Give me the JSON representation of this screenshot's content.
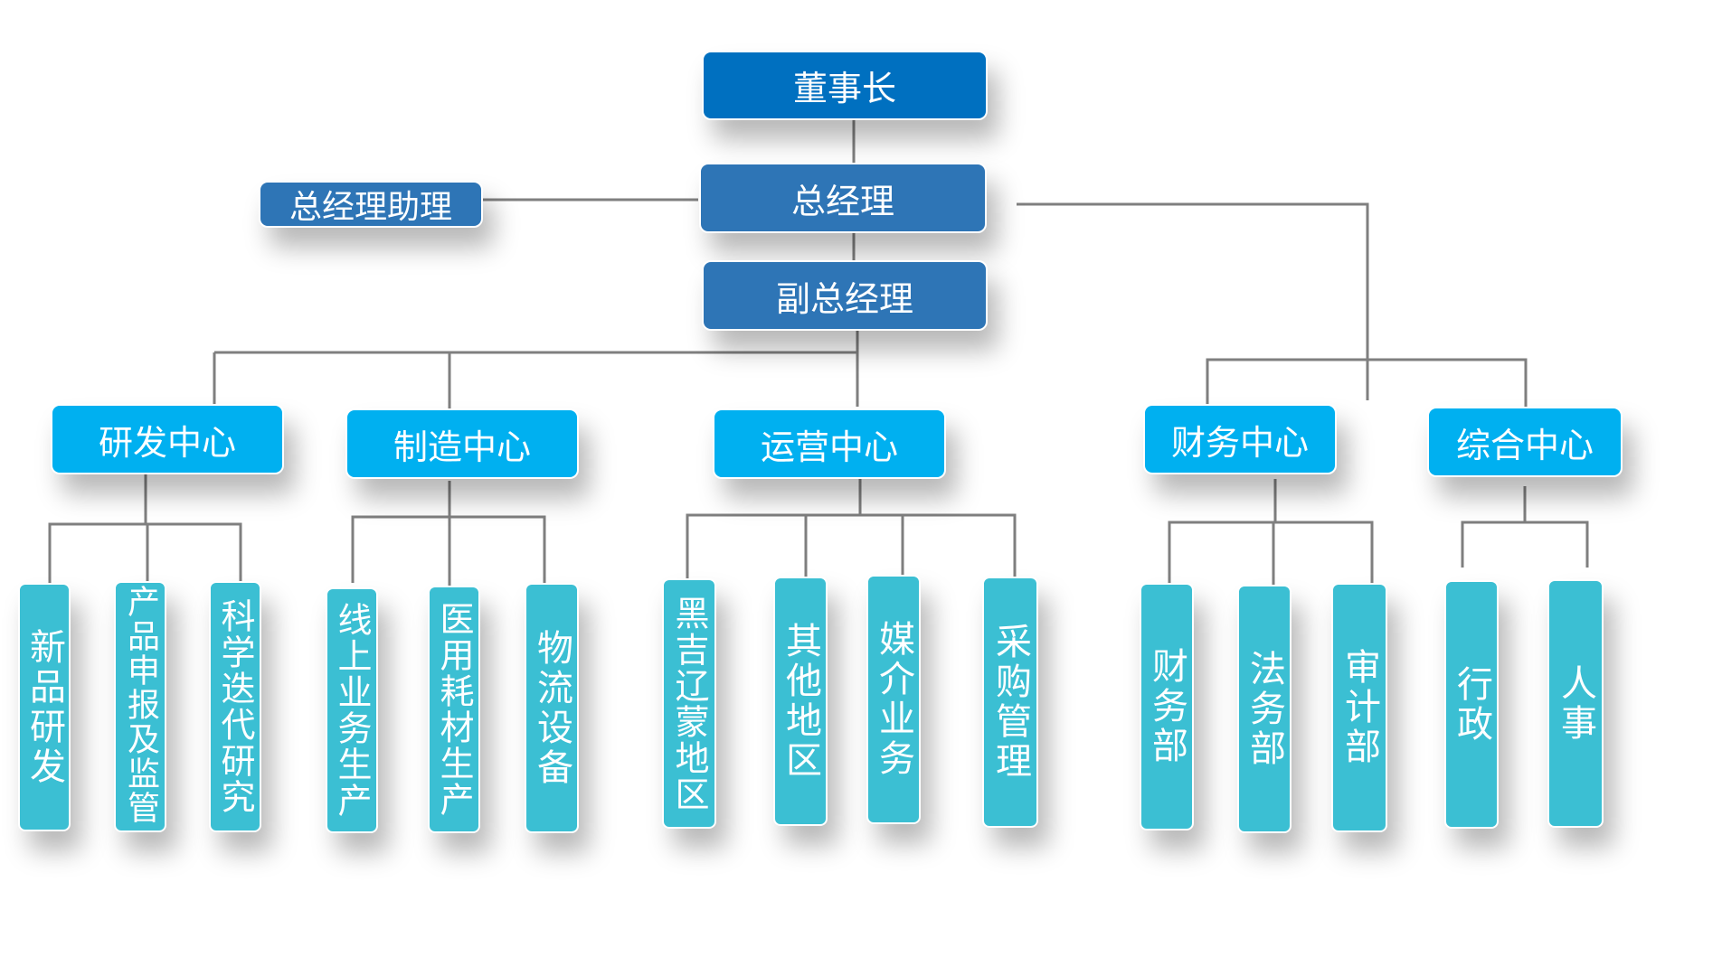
{
  "chairman": "董事长",
  "gm": "总经理",
  "gm_assistant": "总经理助理",
  "vgm": "副总经理",
  "centers": [
    {
      "name": "研发中心",
      "children": [
        "新品研发",
        "产品申报及监管",
        "科学迭代研究"
      ]
    },
    {
      "name": "制造中心",
      "children": [
        "线上业务生产",
        "医用耗材生产",
        "物流设备"
      ]
    },
    {
      "name": "运营中心",
      "children": [
        "黑吉辽蒙地区",
        "其他地区",
        "媒介业务",
        "采购管理"
      ]
    },
    {
      "name": "财务中心",
      "children": [
        "财务部",
        "法务部",
        "审计部"
      ]
    },
    {
      "name": "综合中心",
      "children": [
        "行政",
        "人事"
      ]
    }
  ],
  "colors": {
    "chairman": "#0070C0",
    "manager": "#2E75B6",
    "center": "#00B0F0",
    "leaf": "#3BBFD3",
    "line": "#7F7F7F"
  }
}
